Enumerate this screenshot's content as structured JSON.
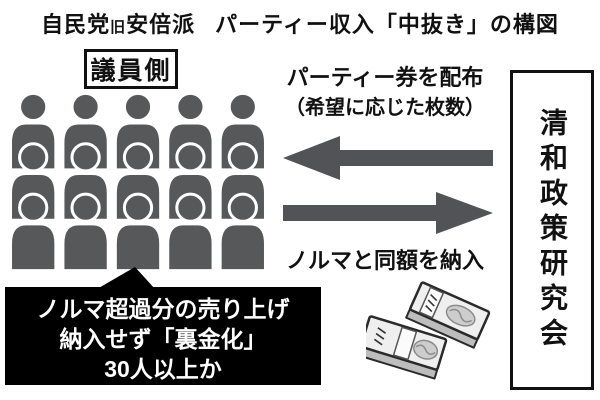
{
  "colors": {
    "bg": "#ffffff",
    "person_gray": "#57585a",
    "arrow_gray": "#525356",
    "border_black": "#111111",
    "callout_bg": "#000000",
    "callout_text": "#ffffff",
    "title_text": "#111111"
  },
  "title": {
    "seg1": "自民党",
    "seg_small": "旧",
    "seg2": "安倍派",
    "seg3": "パーティー収入「中抜き」の構図"
  },
  "members": {
    "label": "議員側",
    "rows": 3,
    "per_row": 5,
    "icon": "person-silhouette-icon"
  },
  "arrows": {
    "distribute": {
      "direction": "left",
      "label_line1": "パーティー券を配布",
      "label_line2": "（希望に応じた枚数）"
    },
    "remit": {
      "direction": "right",
      "label": "ノルマと同額を納入"
    }
  },
  "faction": {
    "name": "清和政策研究会"
  },
  "callout": {
    "line1": "ノルマ超過分の売り上げ",
    "line2": "納入せず「裏金化」",
    "line3": "30人以上か",
    "line3_underlined": true
  },
  "money": {
    "icon": "banknote-stacks-icon"
  }
}
